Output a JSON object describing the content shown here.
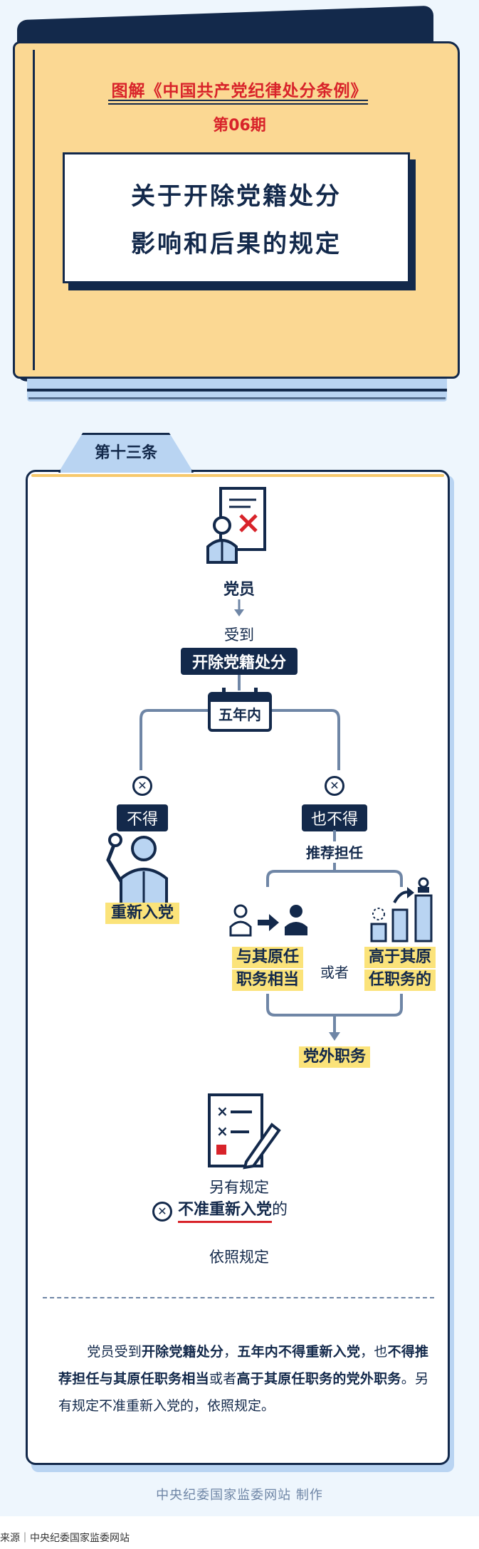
{
  "header": {
    "title": "图解《中国共产党纪律处分条例》",
    "issue": "第06期",
    "card_line1": "关于开除党籍处分",
    "card_line2": "影响和后果的规定"
  },
  "article": {
    "tab_label": "第十三条",
    "member": "党员",
    "received": "受到",
    "penalty": "开除党籍处分",
    "within": "五年内",
    "left_ban": "不得",
    "left_result": "重新入党",
    "right_ban": "也不得",
    "recommend": "推荐担任",
    "option_a_line1": "与其原任",
    "option_a_line2": "职务相当",
    "or": "或者",
    "option_b_line1": "高于其原",
    "option_b_line2": "任职务的",
    "outer_post": "党外职务",
    "other_rule": "另有规定",
    "no_rejoin": "不准重新入党",
    "no_rejoin_suffix": "的",
    "follow_rule": "依照规定"
  },
  "summary": {
    "p1": "党员受到",
    "b1": "开除党籍处分",
    "p2": "，",
    "b2": "五年内不得重新入党",
    "p3": "，也",
    "b3": "不得推荐担任与其原任职务相当",
    "p4": "或者",
    "b4": "高于其原任职务的党外职务",
    "p5": "。另有规定不准重新入党的，依照规定。"
  },
  "credit": "中央纪委国家监委网站 制作",
  "source": "来源｜中央纪委国家监委网站",
  "colors": {
    "navy": "#13294b",
    "red": "#d8232a",
    "paper": "#fbd893",
    "highlight": "#fbe37a",
    "light_blue": "#b9d4f2"
  }
}
